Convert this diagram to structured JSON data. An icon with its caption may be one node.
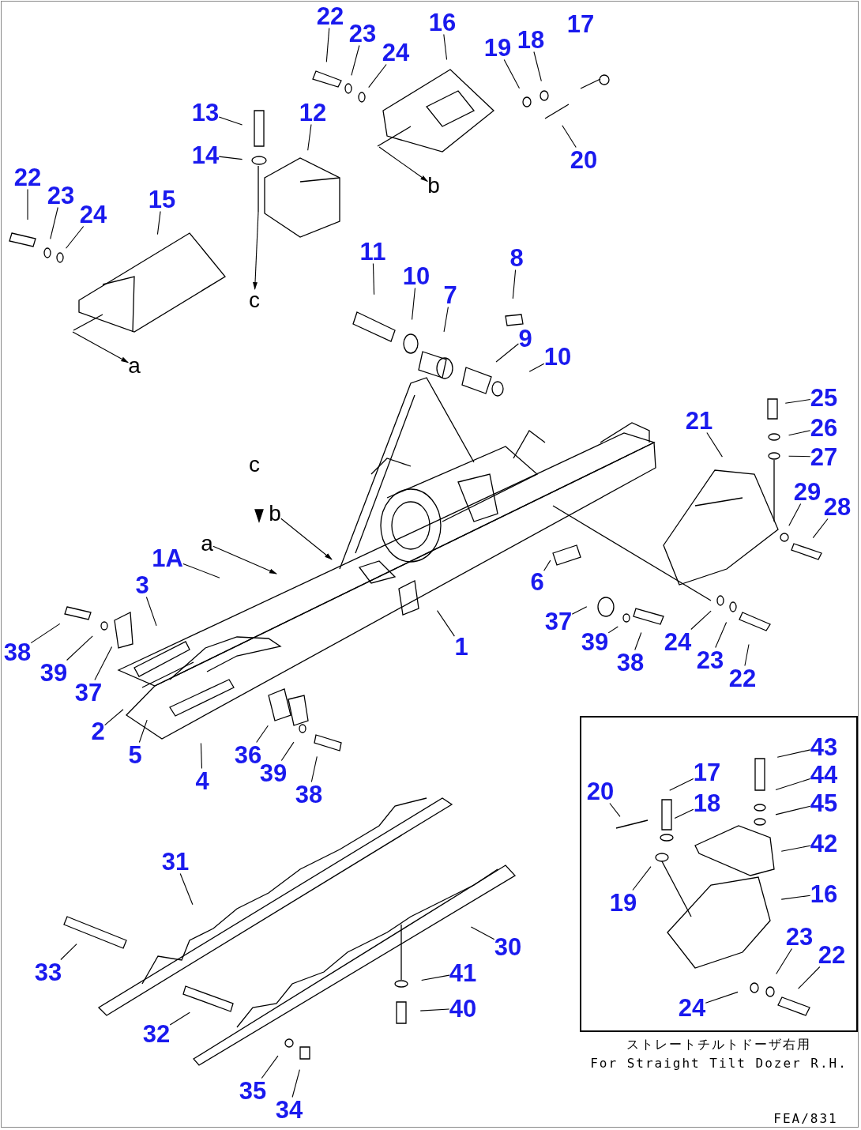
{
  "diagram": {
    "nodes": [
      {
        "text": [
          "22"
        ]
      },
      {
        "text": [
          "23"
        ]
      },
      {
        "text": [
          "24"
        ]
      },
      {
        "text": [
          "16"
        ]
      },
      {
        "text": [
          "19"
        ]
      },
      {
        "text": [
          "18"
        ]
      },
      {
        "text": [
          "20"
        ]
      },
      {
        "text": [
          "13"
        ]
      },
      {
        "text": [
          "12"
        ]
      },
      {
        "text": [
          "14"
        ]
      },
      {
        "text": [
          "22"
        ]
      },
      {
        "text": [
          "23"
        ]
      },
      {
        "text": [
          "24"
        ]
      },
      {
        "text": [
          "15"
        ]
      },
      {
        "text": [
          "11"
        ]
      },
      {
        "text": [
          "10"
        ]
      },
      {
        "text": [
          "7"
        ]
      },
      {
        "text": [
          "8"
        ]
      },
      {
        "text": [
          "9"
        ]
      },
      {
        "text": [
          "10"
        ]
      },
      {
        "text": [
          "25"
        ]
      },
      {
        "text": [
          "26"
        ]
      },
      {
        "text": [
          "27"
        ]
      },
      {
        "text": [
          "21"
        ]
      },
      {
        "text": [
          "29"
        ]
      },
      {
        "text": [
          "28"
        ]
      },
      {
        "text": [
          "1A"
        ]
      },
      {
        "text": [
          "3"
        ]
      },
      {
        "text": [
          "6"
        ]
      },
      {
        "text": [
          "1"
        ]
      },
      {
        "text": [
          "37"
        ]
      },
      {
        "text": [
          "39"
        ]
      },
      {
        "text": [
          "38"
        ]
      },
      {
        "text": [
          "24"
        ]
      },
      {
        "text": [
          "23"
        ]
      },
      {
        "text": [
          "22"
        ]
      },
      {
        "text": [
          "38"
        ]
      },
      {
        "text": [
          "39"
        ]
      },
      {
        "text": [
          "37"
        ]
      },
      {
        "text": [
          "2"
        ]
      },
      {
        "text": [
          "5"
        ]
      },
      {
        "text": [
          "4"
        ]
      },
      {
        "text": [
          "36"
        ]
      },
      {
        "text": [
          "39"
        ]
      },
      {
        "text": [
          "38"
        ]
      },
      {
        "text": [
          "31"
        ]
      },
      {
        "text": [
          "33"
        ]
      },
      {
        "text": [
          "30"
        ]
      },
      {
        "text": [
          "41"
        ]
      },
      {
        "text": [
          "40"
        ]
      },
      {
        "text": [
          "32"
        ]
      },
      {
        "text": [
          "35"
        ]
      },
      {
        "text": [
          "34"
        ]
      },
      {
        "text": [
          "c"
        ]
      },
      {
        "text": [
          "a"
        ]
      },
      {
        "text": [
          "b"
        ]
      },
      {
        "text": [
          "a"
        ]
      },
      {
        "text": [
          "b"
        ]
      },
      {
        "text": [],
        "shape": "box",
        "beside": [
          "ストレートチルトドーザ右用",
          "For Straight Tilt Dozer R.H."
        ]
      },
      {
        "text": [
          "20"
        ],
        "in": 58
      },
      {
        "text": [
          "17"
        ],
        "in": 58
      },
      {
        "text": [
          "18"
        ],
        "in": 58
      },
      {
        "text": [
          "19"
        ],
        "in": 58
      },
      {
        "text": [
          "43"
        ],
        "in": 58
      },
      {
        "text": [
          "44"
        ],
        "in": 58
      },
      {
        "text": [
          "45"
        ],
        "in": 58
      },
      {
        "text": [
          "42"
        ],
        "in": 58
      },
      {
        "text": [
          "16"
        ],
        "in": 58
      },
      {
        "text": [
          "23"
        ],
        "in": 58
      },
      {
        "text": [
          "22"
        ],
        "in": 58
      },
      {
        "text": [
          "24"
        ],
        "in": 58
      }
    ],
    "edges": [
      {
        "from": 0,
        "to": null,
        "arrow": "none"
      },
      {
        "from": 1,
        "to": null,
        "arrow": "none"
      },
      {
        "from": 2,
        "to": null,
        "arrow": "none"
      },
      {
        "from": 3,
        "to": null,
        "arrow": "none"
      },
      {
        "from": 4,
        "to": null,
        "arrow": "none"
      },
      {
        "from": 5,
        "to": null,
        "arrow": "none"
      },
      {
        "from": 6,
        "to": null,
        "arrow": "none"
      },
      {
        "from": 7,
        "to": null,
        "arrow": "none"
      },
      {
        "from": 8,
        "to": null,
        "arrow": "none"
      },
      {
        "from": 9,
        "to": null,
        "arrow": "none"
      },
      {
        "from": 10,
        "to": null,
        "arrow": "none"
      },
      {
        "from": 11,
        "to": null,
        "arrow": "none"
      },
      {
        "from": 12,
        "to": null,
        "arrow": "none"
      },
      {
        "from": 13,
        "to": null,
        "arrow": "none"
      },
      {
        "from": 14,
        "to": null,
        "arrow": "none"
      },
      {
        "from": 15,
        "to": null,
        "arrow": "none"
      },
      {
        "from": 16,
        "to": null,
        "arrow": "none"
      },
      {
        "from": 17,
        "to": null,
        "arrow": "none"
      },
      {
        "from": 18,
        "to": null,
        "arrow": "none"
      },
      {
        "from": 19,
        "to": null,
        "arrow": "none"
      },
      {
        "from": 20,
        "to": null,
        "arrow": "none"
      },
      {
        "from": 21,
        "to": null,
        "arrow": "none"
      },
      {
        "from": 22,
        "to": null,
        "arrow": "none"
      },
      {
        "from": 23,
        "to": null,
        "arrow": "none"
      },
      {
        "from": 24,
        "to": null,
        "arrow": "none"
      },
      {
        "from": 25,
        "to": null,
        "arrow": "none"
      },
      {
        "from": 26,
        "to": null,
        "arrow": "none"
      },
      {
        "from": 27,
        "to": null,
        "arrow": "none"
      },
      {
        "from": 28,
        "to": null,
        "arrow": "none"
      },
      {
        "from": 29,
        "to": null,
        "arrow": "none"
      },
      {
        "from": 30,
        "to": null,
        "arrow": "none"
      },
      {
        "from": 31,
        "to": null,
        "arrow": "none"
      },
      {
        "from": 32,
        "to": null,
        "arrow": "none"
      },
      {
        "from": 33,
        "to": null,
        "arrow": "none"
      },
      {
        "from": 34,
        "to": null,
        "arrow": "none"
      },
      {
        "from": 35,
        "to": null,
        "arrow": "none"
      },
      {
        "from": 36,
        "to": null,
        "arrow": "none"
      },
      {
        "from": 37,
        "to": null,
        "arrow": "none"
      },
      {
        "from": 38,
        "to": null,
        "arrow": "none"
      },
      {
        "from": 39,
        "to": null,
        "arrow": "none"
      },
      {
        "from": 40,
        "to": null,
        "arrow": "none"
      },
      {
        "from": 41,
        "to": null,
        "arrow": "none"
      },
      {
        "from": 42,
        "to": null,
        "arrow": "none"
      },
      {
        "from": 43,
        "to": null,
        "arrow": "none"
      },
      {
        "from": 44,
        "to": null,
        "arrow": "none"
      },
      {
        "from": 45,
        "to": null,
        "arrow": "none"
      },
      {
        "from": 46,
        "to": null,
        "arrow": "none"
      },
      {
        "from": 47,
        "to": null,
        "arrow": "none"
      },
      {
        "from": 48,
        "to": null,
        "arrow": "none"
      },
      {
        "from": 49,
        "to": null,
        "arrow": "none"
      },
      {
        "from": 50,
        "to": null,
        "arrow": "none"
      },
      {
        "from": 51,
        "to": null,
        "arrow": "none"
      },
      {
        "from": 52,
        "to": null,
        "arrow": "none"
      },
      {
        "from": null,
        "to": 53,
        "arrow": "to"
      },
      {
        "from": null,
        "to": 54,
        "arrow": "to"
      },
      {
        "from": null,
        "to": 55,
        "arrow": "to"
      },
      {
        "from": 56,
        "to": null,
        "arrow": "to"
      },
      {
        "from": 57,
        "to": null,
        "arrow": "to"
      },
      {
        "from": 59,
        "to": null,
        "arrow": "none"
      },
      {
        "from": 60,
        "to": null,
        "arrow": "none"
      },
      {
        "from": 61,
        "to": null,
        "arrow": "none"
      },
      {
        "from": 62,
        "to": null,
        "arrow": "none"
      },
      {
        "from": 63,
        "to": null,
        "arrow": "none"
      },
      {
        "from": 64,
        "to": null,
        "arrow": "none"
      },
      {
        "from": 65,
        "to": null,
        "arrow": "none"
      },
      {
        "from": 66,
        "to": null,
        "arrow": "none"
      },
      {
        "from": 67,
        "to": null,
        "arrow": "none"
      },
      {
        "from": 68,
        "to": null,
        "arrow": "none"
      },
      {
        "from": 69,
        "to": null,
        "arrow": "none"
      },
      {
        "from": 70,
        "to": null,
        "arrow": "none"
      }
    ],
    "labels": [
      "17",
      "c",
      "FEA/831"
    ]
  }
}
